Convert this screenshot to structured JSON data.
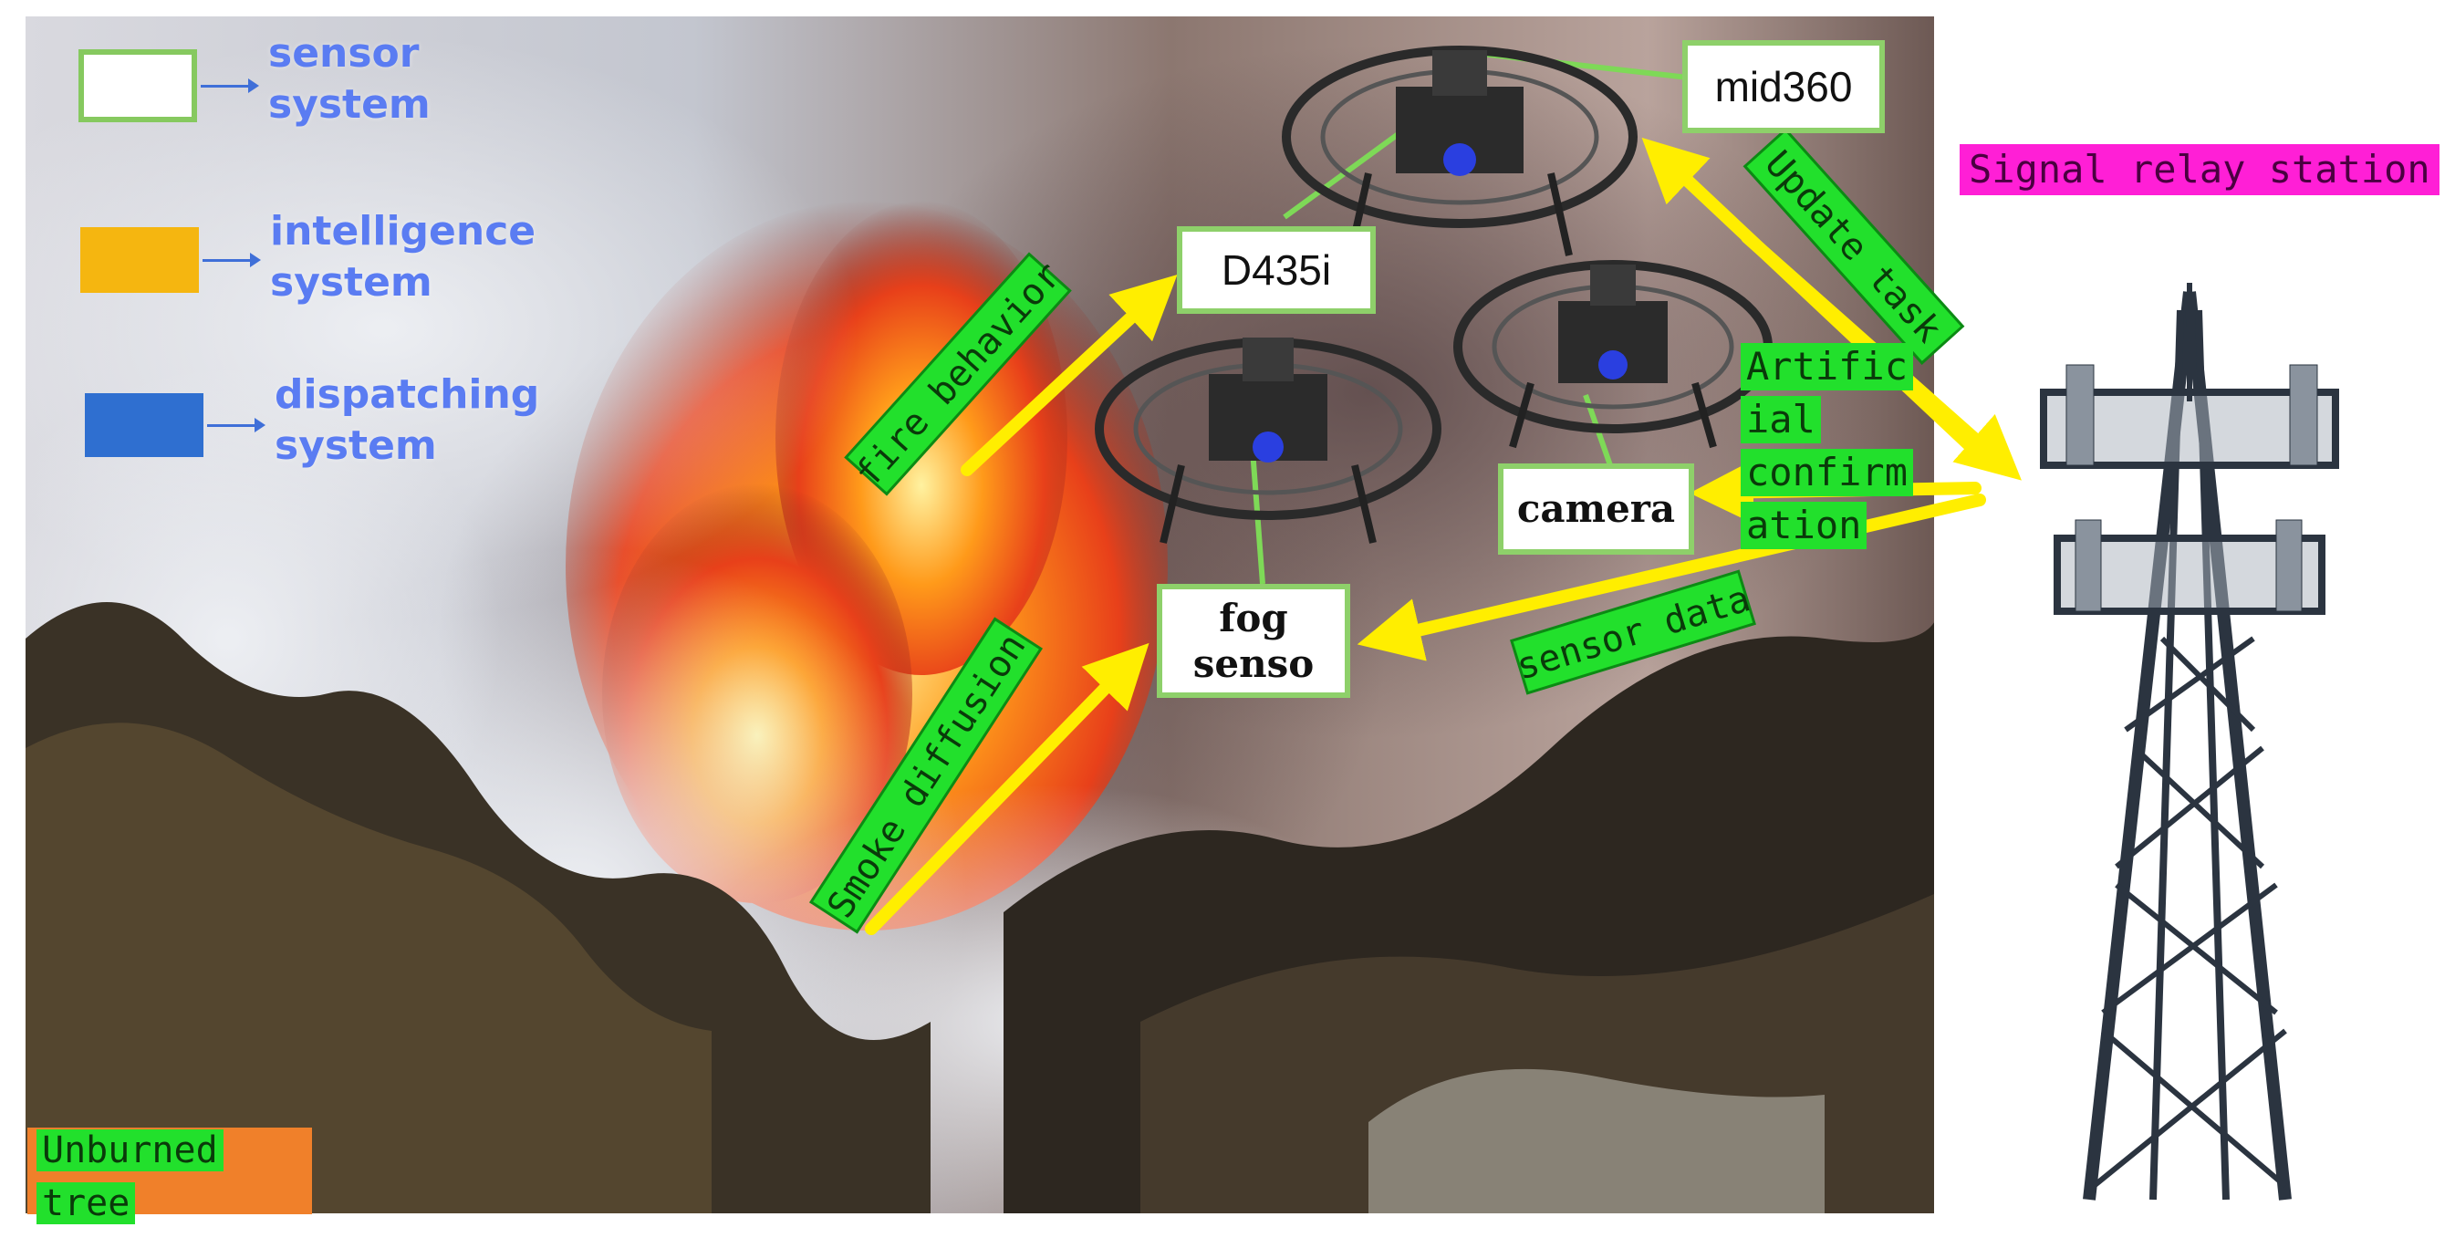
{
  "legend": [
    {
      "label": "sensor\nsystem",
      "swatch_fill": "#ffffff",
      "swatch_border": "#86c95f"
    },
    {
      "label": "intelligence\nsystem",
      "swatch_fill": "#f5b610",
      "swatch_border": "#f5b610"
    },
    {
      "label": "dispatching\nsystem",
      "swatch_fill": "#2f6fd0",
      "swatch_border": "#2f6fd0"
    }
  ],
  "sensors": {
    "mid360": "mid360",
    "d435i": "D435i",
    "camera": "camera",
    "fog": "fog\nsenso"
  },
  "flows": {
    "fire_behavior": "fire behavior",
    "update_task": "Update task",
    "artificial_confirmation": [
      "Artific",
      "ial",
      "confirm",
      "ation"
    ],
    "sensor_data": "sensor data",
    "smoke_diffusion": "Smoke diffusion"
  },
  "relay_label": "Signal relay station",
  "unburned_label": [
    "Unburned",
    "tree"
  ],
  "colors": {
    "sensor_border": "#8ed06a",
    "flow_arrow": "#ffee00",
    "tag_green": "#22e02c",
    "relay_magenta": "#ff1fd6",
    "unburned_orange": "#f0802a"
  }
}
